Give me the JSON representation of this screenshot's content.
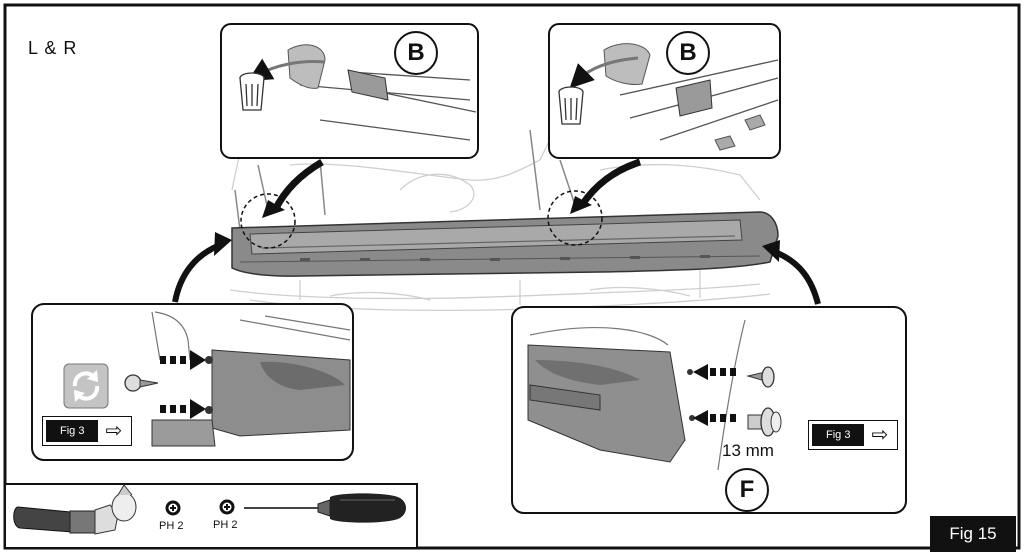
{
  "side_label": "L & R",
  "figure_number": "Fig  15",
  "callouts": {
    "top_left_letter": "B",
    "top_right_letter": "B",
    "bottom_right_letter": "F"
  },
  "figure_refs": {
    "left": "Fig  3",
    "right": "Fig  3"
  },
  "fastener_size": "13 mm",
  "tools": {
    "tip_left": "PH 2",
    "tip_right": "PH 2"
  },
  "icons": [
    "rotate-icon",
    "arrow-right-icon",
    "phillips-icon",
    "screwdriver-icon",
    "power-drill-icon"
  ]
}
